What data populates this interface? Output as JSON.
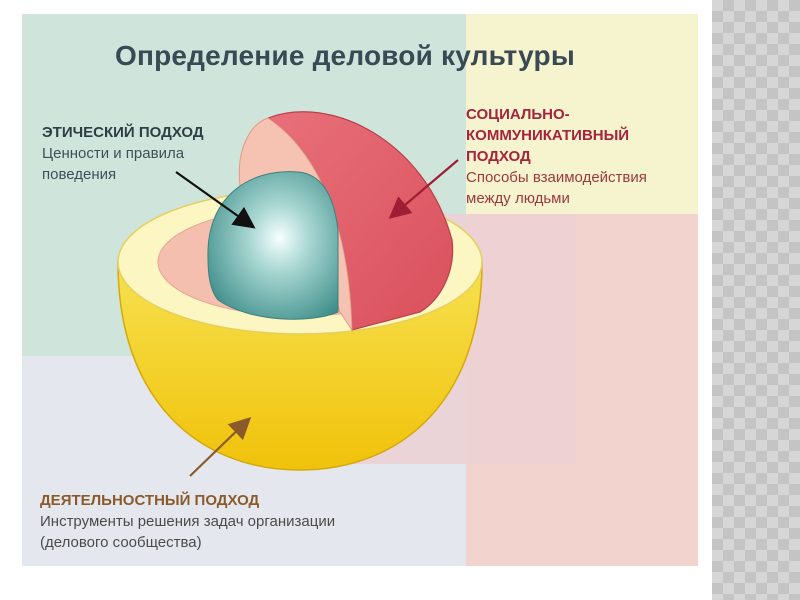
{
  "title": "Определение деловой культуры",
  "ethical": {
    "heading": "ЭТИЧЕСКИЙ ПОДХОД",
    "line1": "Ценности и правила",
    "line2": "поведения"
  },
  "social": {
    "heading1": "СОЦИАЛЬНО-",
    "heading2": "КОММУНИКАТИВНЫЙ",
    "heading3": "ПОДХОД",
    "line1": "Способы взаимодействия",
    "line2": "между людьми"
  },
  "activity": {
    "heading": "ДЕЯТЕЛЬНОСТНЫЙ ПОДХОД",
    "line1": "Инструменты решения задач организации",
    "line2": "(делового сообщества)"
  },
  "colors": {
    "core": "#6fb3ad",
    "inner_shell": "#f4bfae",
    "middle_shell": "#e06a72",
    "outer_shell": "#f3d52a",
    "outer_rim": "#fbf6c2"
  }
}
